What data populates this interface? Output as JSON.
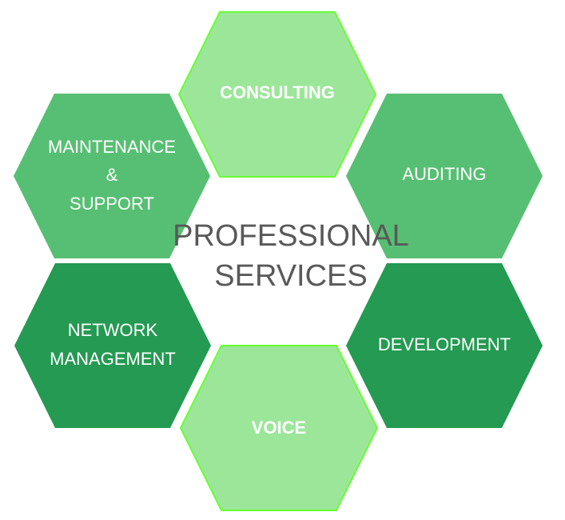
{
  "title": {
    "line1": "PROFESSIONAL",
    "line2": "SERVICES",
    "color": "#595959"
  },
  "colors": {
    "light": "#9ce69a",
    "light_border": "#66ff33",
    "medium": "#57bf73",
    "dark": "#249a52"
  },
  "hexagons": [
    {
      "id": "consulting",
      "lines": [
        "CONSULTING"
      ],
      "shade": "light"
    },
    {
      "id": "auditing",
      "lines": [
        "AUDITING"
      ],
      "shade": "medium"
    },
    {
      "id": "maintenance-support",
      "lines": [
        "MAINTENANCE",
        "&",
        "SUPPORT"
      ],
      "shade": "medium"
    },
    {
      "id": "network-management",
      "lines": [
        "NETWORK",
        "MANAGEMENT"
      ],
      "shade": "dark"
    },
    {
      "id": "development",
      "lines": [
        "DEVELOPMENT"
      ],
      "shade": "dark"
    },
    {
      "id": "voice",
      "lines": [
        "VOICE"
      ],
      "shade": "light"
    }
  ]
}
